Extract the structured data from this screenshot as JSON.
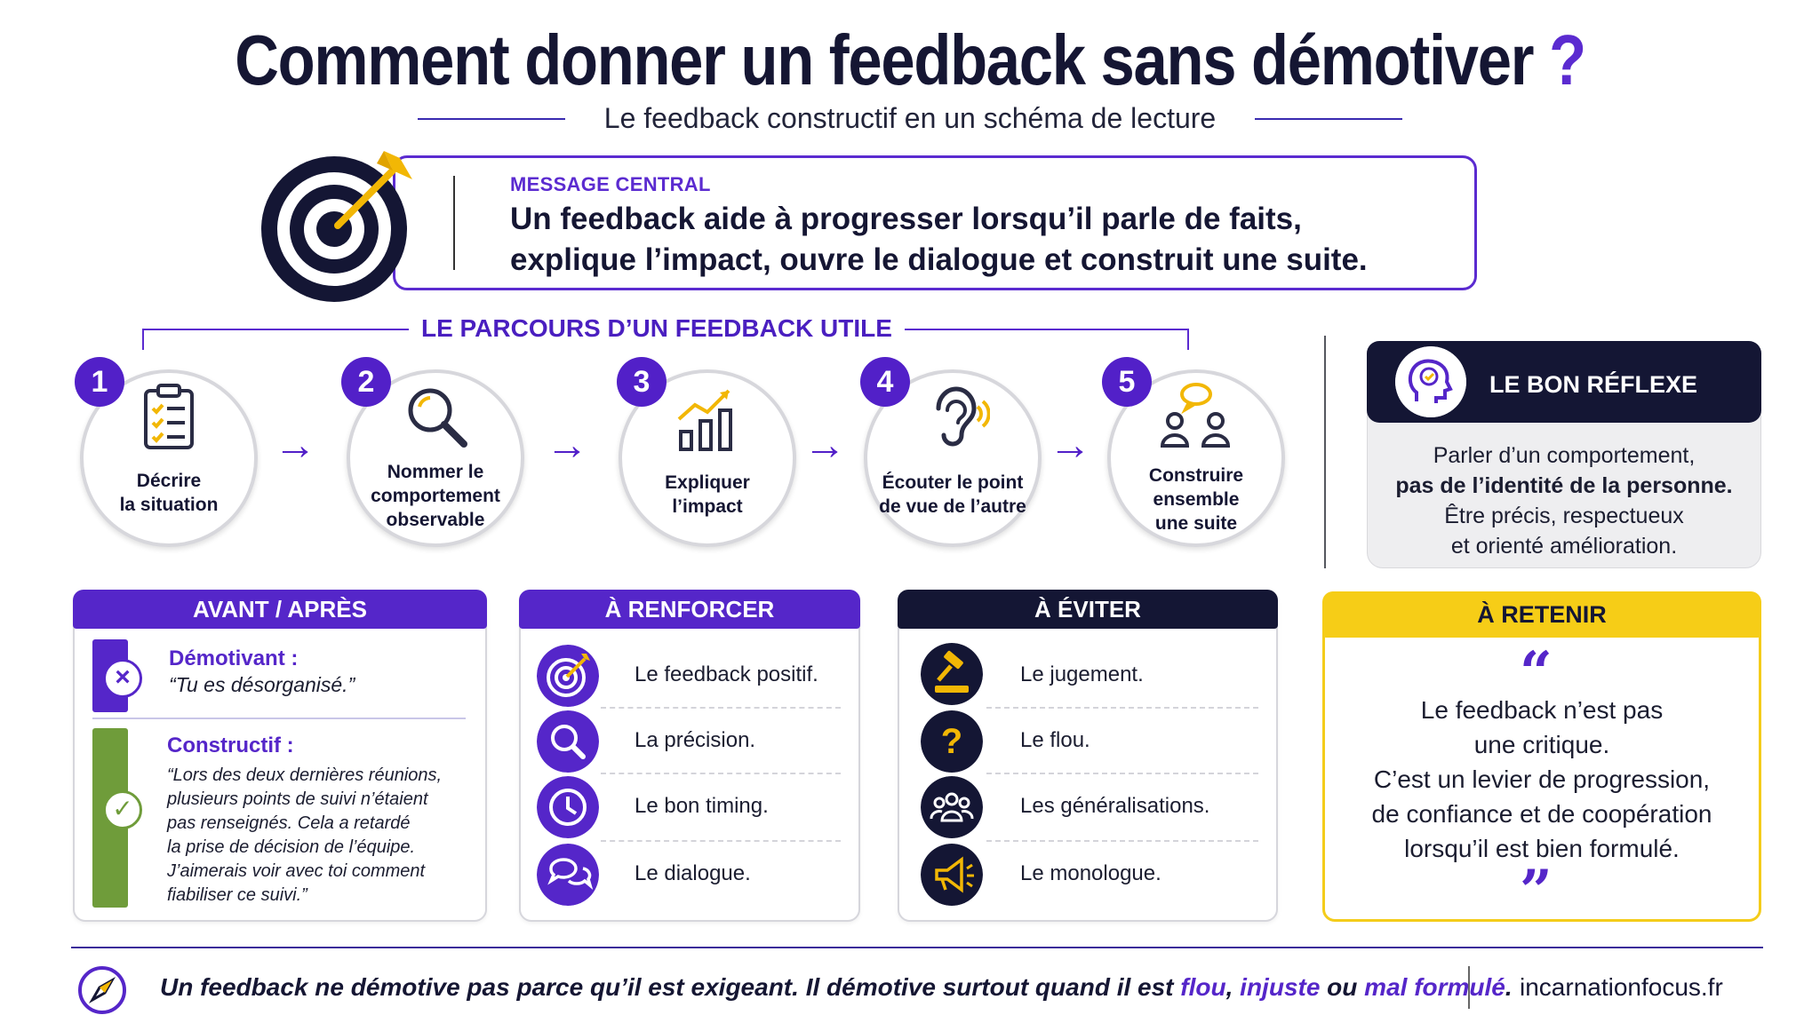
{
  "header": {
    "title": "Comment donner un feedback sans démotiver",
    "title_mark": "?",
    "subtitle": "Le feedback constructif en un schéma de lecture"
  },
  "message": {
    "label": "MESSAGE CENTRAL",
    "line1": "Un feedback aide à progresser  lorsqu’il parle de faits,",
    "line2": "explique l’impact, ouvre le dialogue et construit une suite."
  },
  "parcours": {
    "title": "LE PARCOURS D’UN FEEDBACK UTILE",
    "steps": [
      {
        "num": "1",
        "line1": "Décrire",
        "line2": "la situation",
        "line3": "",
        "icon": "clipboard-checklist-icon"
      },
      {
        "num": "2",
        "line1": "Nommer le",
        "line2": "comportement",
        "line3": "observable",
        "icon": "magnifier-icon"
      },
      {
        "num": "3",
        "line1": "Expliquer",
        "line2": "l’impact",
        "line3": "",
        "icon": "growth-chart-icon"
      },
      {
        "num": "4",
        "line1": "Écouter le point",
        "line2": "de vue de l’autre",
        "line3": "",
        "icon": "ear-icon"
      },
      {
        "num": "5",
        "line1": "Construire",
        "line2": "ensemble",
        "line3": "une suite",
        "icon": "two-people-chat-icon"
      }
    ]
  },
  "reflexe": {
    "title": "LE BON RÉFLEXE",
    "line1": "Parler d’un comportement,",
    "line2": "pas de l’identité de la personne.",
    "line3": "Être précis, respectueux",
    "line4": "et orienté amélioration.",
    "icon": "head-target-icon"
  },
  "avant_apres": {
    "title": "AVANT / APRÈS",
    "demotivant_label": "Démotivant :",
    "demotivant_quote": "“Tu es désorganisé.”",
    "constructif_label": "Constructif :",
    "constructif_lines": [
      "“Lors des deux dernières réunions,",
      "plusieurs points de suivi n’étaient",
      "pas renseignés. Cela a retardé",
      "la prise de décision de l’équipe.",
      "J’aimerais voir avec toi comment",
      "fiabiliser ce suivi.”"
    ]
  },
  "renforcer": {
    "title": "À RENFORCER",
    "items": [
      {
        "label": "Le feedback positif.",
        "icon": "target-icon"
      },
      {
        "label": "La précision.",
        "icon": "magnifier-icon"
      },
      {
        "label": "Le bon timing.",
        "icon": "clock-icon"
      },
      {
        "label": "Le dialogue.",
        "icon": "speech-bubbles-icon"
      }
    ]
  },
  "eviter": {
    "title": "À ÉVITER",
    "items": [
      {
        "label": "Le jugement.",
        "icon": "gavel-icon"
      },
      {
        "label": "Le flou.",
        "icon": "question-mark-icon"
      },
      {
        "label": "Les généralisations.",
        "icon": "group-icon"
      },
      {
        "label": "Le monologue.",
        "icon": "megaphone-icon"
      }
    ]
  },
  "retenir": {
    "title": "À RETENIR",
    "open_quote": "“",
    "close_quote": "”",
    "lines": [
      "Le feedback n’est pas",
      "une critique.",
      "C’est un levier de progression,",
      "de confiance et de coopération",
      "lorsqu’il est bien formulé."
    ]
  },
  "footer": {
    "text_a": "Un feedback ne démotive pas parce qu’il est exigeant. Il démotive surtout quand il est ",
    "hl1": "flou",
    "sep1": ", ",
    "hl2": "injuste",
    "sep2": " ou ",
    "hl3": "mal formulé",
    "end": ".",
    "site": "incarnationfocus.fr",
    "icon": "compass-icon"
  },
  "colors": {
    "accent": "#5526c9",
    "navy": "#141634",
    "yellow": "#f6cd17",
    "green": "#6f9c3a",
    "icon_gold": "#f2b705"
  }
}
